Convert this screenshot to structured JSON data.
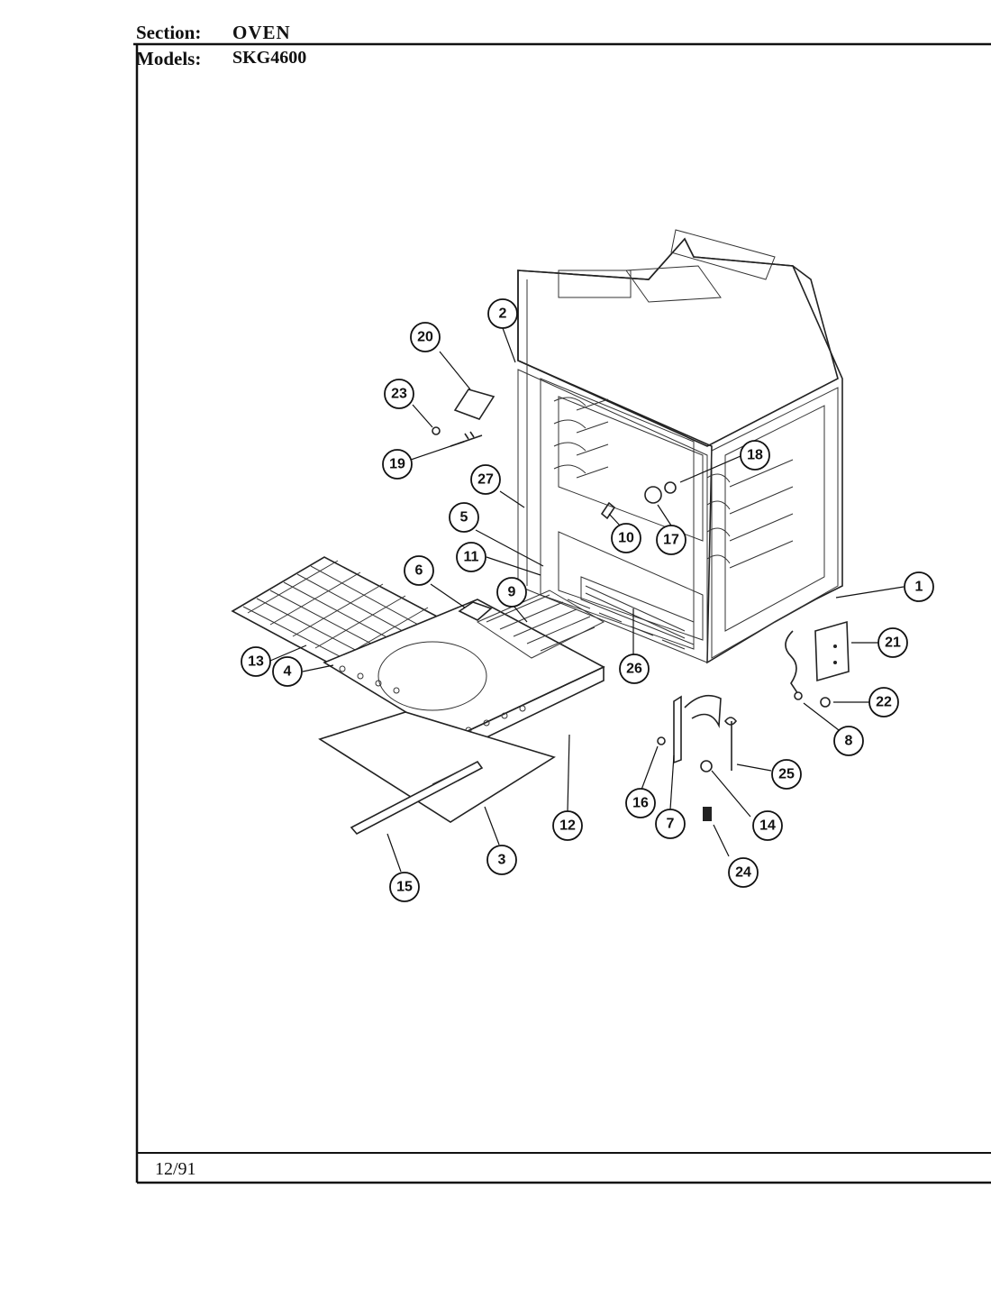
{
  "header": {
    "section_label": "Section:",
    "section_value": "OVEN",
    "models_label": "Models:",
    "models_value": "SKG4600"
  },
  "footer": {
    "date": "12/91"
  },
  "callouts": [
    "1",
    "2",
    "3",
    "4",
    "5",
    "6",
    "7",
    "8",
    "9",
    "10",
    "11",
    "12",
    "13",
    "14",
    "15",
    "16",
    "17",
    "18",
    "19",
    "20",
    "21",
    "22",
    "23",
    "24",
    "25",
    "26",
    "27"
  ]
}
